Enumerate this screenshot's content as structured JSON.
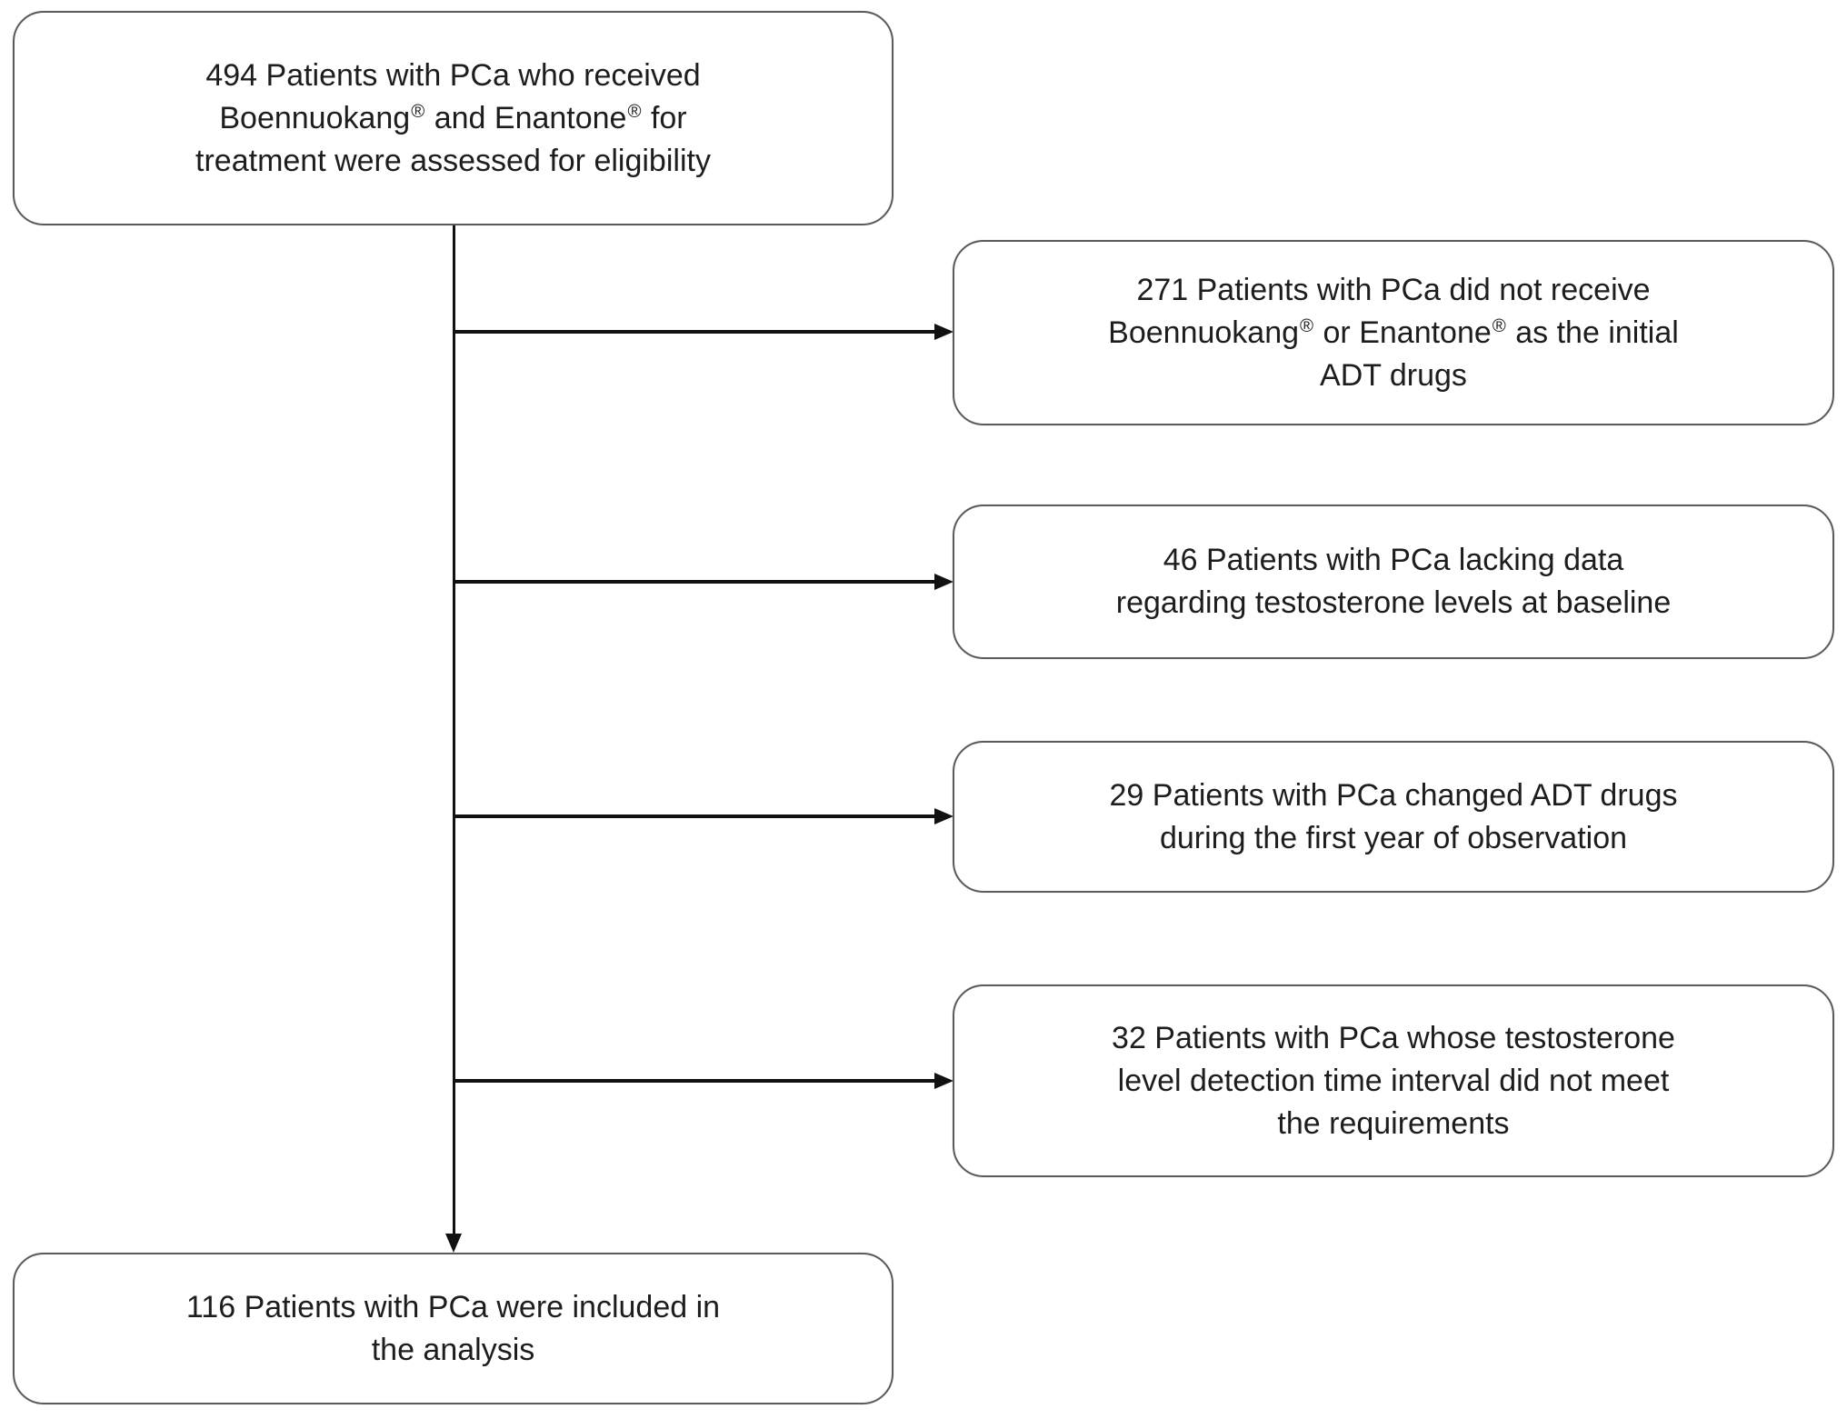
{
  "figure": {
    "type": "patient-flow-diagram",
    "background": "#ffffff",
    "box_border_color": "#5b5b5b",
    "text_color": "#1d1d1d",
    "arrow_color": "#111111"
  },
  "flow_summary": {
    "assessed_for_eligibility": 494,
    "excluded_not_initial_adt_drugs": 271,
    "excluded_lacking_baseline_testosterone_data": 46,
    "excluded_changed_adt_drugs_first_year": 29,
    "excluded_detection_interval_not_met": 32,
    "included_in_analysis": 116
  },
  "boxes": {
    "assessed": {
      "line1": "494 Patients with PCa who received",
      "line2_seg1": "Boennuokang",
      "line2_reg1": "®",
      "line2_seg2": " and Enantone",
      "line2_reg2": "®",
      "line2_seg3": " for",
      "line3": "treatment were assessed for eligibility"
    },
    "excluded_not_received": {
      "line1": "271 Patients with PCa did not receive",
      "line2_seg1": "Boennuokang",
      "line2_reg1": "®",
      "line2_seg2": " or Enantone",
      "line2_reg2": "®",
      "line2_seg3": " as the initial",
      "line3": "ADT drugs"
    },
    "excluded_lacking_data": {
      "line1": "46 Patients with PCa lacking data",
      "line2": "regarding testosterone levels at baseline"
    },
    "excluded_changed_adt": {
      "line1": "29 Patients with PCa changed ADT drugs",
      "line2": "during the first year of observation"
    },
    "excluded_interval": {
      "line1": "32 Patients with PCa whose testosterone",
      "line2": "level detection time interval did not meet",
      "line3": "the requirements"
    },
    "included": {
      "line1": "116 Patients with PCa were included in",
      "line2": "the analysis"
    }
  }
}
